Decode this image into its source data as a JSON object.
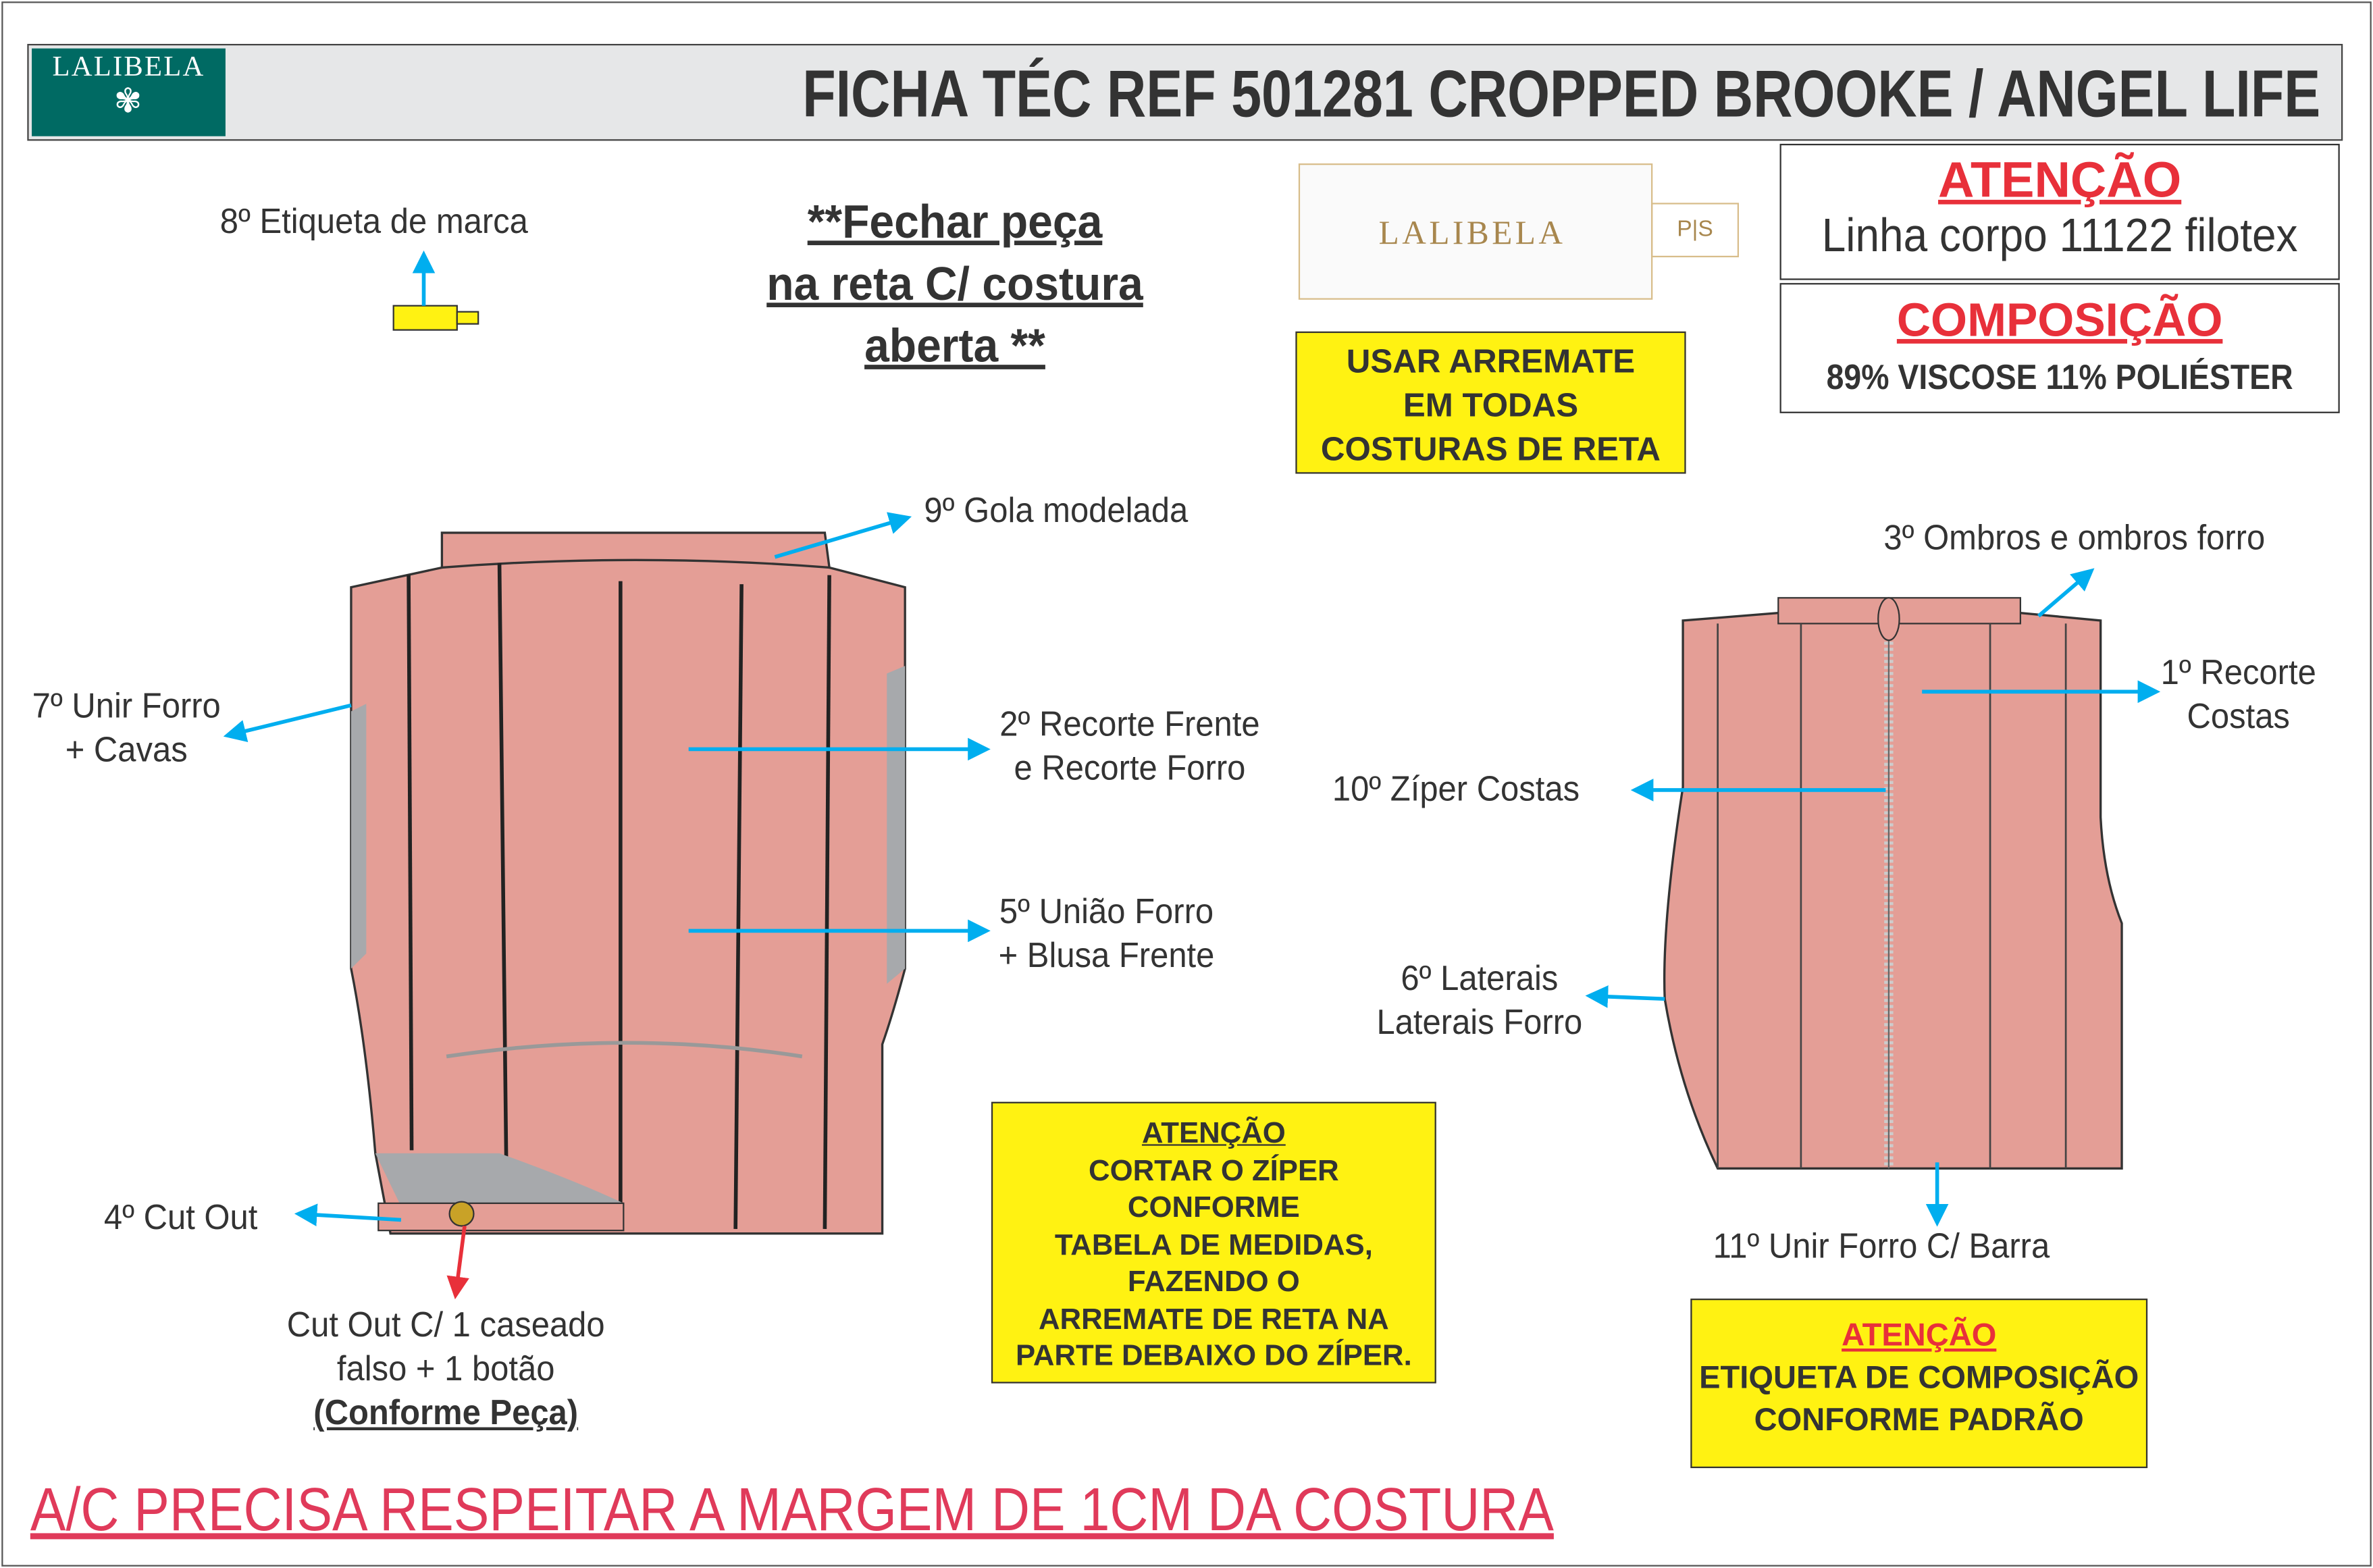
{
  "header": {
    "logo_text": "LALIBELA",
    "title": "FICHA TÉC REF 501281 CROPPED BROOKE / ANGEL LIFE"
  },
  "label_tag": {
    "brand": "LALIBELA",
    "size": "P|S"
  },
  "notes": {
    "close_piece": [
      "**Fechar peça",
      "na reta C/ costura",
      "aberta **"
    ],
    "arremate": [
      "USAR ARREMATE",
      "EM TODAS",
      "COSTURAS DE RETA"
    ],
    "attention_thread": {
      "title": "ATENÇÃO",
      "text": "Linha corpo 11122 filotex"
    },
    "composition": {
      "title": "COMPOSIÇÃO",
      "text": "89% VISCOSE 11% POLIÉSTER"
    },
    "zipper_cut": {
      "title": "ATENÇÃO",
      "lines": [
        "CORTAR O ZÍPER",
        "CONFORME",
        "TABELA DE MEDIDAS,",
        "FAZENDO O",
        "ARREMATE DE RETA NA",
        "PARTE DEBAIXO DO ZÍPER."
      ]
    },
    "composition_label": {
      "title": "ATENÇÃO",
      "lines": [
        "ETIQUETA DE COMPOSIÇÃO",
        "CONFORME PADRÃO"
      ]
    },
    "footer": "A/C PRECISA RESPEITAR A MARGEM DE 1CM DA COSTURA"
  },
  "steps": {
    "s8": "8º Etiqueta de marca",
    "s9": "9º Gola modelada",
    "s7": [
      "7º Unir Forro",
      "+ Cavas"
    ],
    "s2": [
      "2º Recorte Frente",
      "e Recorte Forro"
    ],
    "s5": [
      "5º União Forro",
      "+ Blusa Frente"
    ],
    "s4": "4º Cut Out",
    "cutout": [
      "Cut Out C/ 1 caseado",
      "falso + 1 botão",
      "(Conforme Peça)"
    ],
    "s3": "3º Ombros e ombros forro",
    "s1": [
      "1º Recorte",
      "Costas"
    ],
    "s10": "10º Zíper Costas",
    "s6": [
      "6º Laterais",
      "Laterais Forro"
    ],
    "s11": "11º Unir Forro C/ Barra"
  },
  "colors": {
    "arrow": "#00aeef",
    "garment": "#e49e96",
    "lining": "#a7a9ac",
    "accent_red": "#e8303a",
    "yellow": "#fff212",
    "logo": "#006a63"
  }
}
